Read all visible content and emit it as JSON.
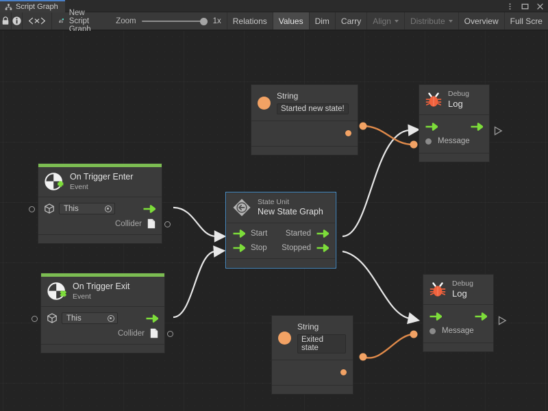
{
  "window": {
    "tab_label": "Script Graph",
    "tab_icon": "script-graph-icon",
    "controls": [
      {
        "name": "more-options",
        "glyph": "⋮"
      },
      {
        "name": "maximize",
        "glyph": "❐"
      },
      {
        "name": "close",
        "glyph": "✕"
      }
    ]
  },
  "toolbar": {
    "lock_icon": "lock-icon",
    "info_icon": "info-icon",
    "code_icon": "code-brackets-icon",
    "graph_icon": "script-graph-asset-icon",
    "graph_name": "New Script Graph",
    "zoom_label": "Zoom",
    "zoom_value": "1x",
    "buttons": [
      {
        "label": "Relations",
        "state": "normal"
      },
      {
        "label": "Values",
        "state": "active"
      },
      {
        "label": "Dim",
        "state": "normal"
      },
      {
        "label": "Carry",
        "state": "normal"
      },
      {
        "label": "Align",
        "state": "disabled",
        "caret": true
      },
      {
        "label": "Distribute",
        "state": "disabled",
        "caret": true
      },
      {
        "label": "Overview",
        "state": "normal"
      },
      {
        "label": "Full Scre",
        "state": "normal"
      }
    ]
  },
  "colors": {
    "accent_green": "#7cbd52",
    "flow_arrow_green": "#7ddd3a",
    "value_orange": "#f2a264",
    "edge_white": "#e8e8e8",
    "edge_orange": "#e08a4a",
    "canvas_bg": "#232323",
    "node_bg": "#3b3b3b",
    "selection_blue": "#4b8ec4",
    "bug_orange": "#f0613c"
  },
  "nodes": {
    "string_top": {
      "icon": "string-value-icon",
      "title": "String",
      "value": "Started new state!",
      "output_port": "value-output-port"
    },
    "debug_log_top": {
      "icon": "bug-icon",
      "subtitle": "Debug",
      "title": "Log",
      "flow_in": "flow-input-port",
      "flow_out": "flow-output-port",
      "message_label": "Message"
    },
    "on_trigger_enter": {
      "icon": "event-enter-icon",
      "title": "On Trigger Enter",
      "subtitle": "Event",
      "target_icon": "gameobject-icon",
      "target_value": "This",
      "output_label": "Collider",
      "output_icon": "collider-doc-icon"
    },
    "state_unit": {
      "icon": "state-unit-icon",
      "subtitle": "State Unit",
      "title": "New  State  Graph",
      "inputs": [
        "Start",
        "Stop"
      ],
      "outputs": [
        "Started",
        "Stopped"
      ],
      "selected": true
    },
    "on_trigger_exit": {
      "icon": "event-exit-icon",
      "title": "On Trigger Exit",
      "subtitle": "Event",
      "target_icon": "gameobject-icon",
      "target_value": "This",
      "output_label": "Collider",
      "output_icon": "collider-doc-icon"
    },
    "string_bottom": {
      "icon": "string-value-icon",
      "title": "String",
      "value": "Exited state",
      "output_port": "value-output-port"
    },
    "debug_log_bottom": {
      "icon": "bug-icon",
      "subtitle": "Debug",
      "title": "Log",
      "flow_in": "flow-input-port",
      "flow_out": "flow-output-port",
      "message_label": "Message"
    }
  }
}
